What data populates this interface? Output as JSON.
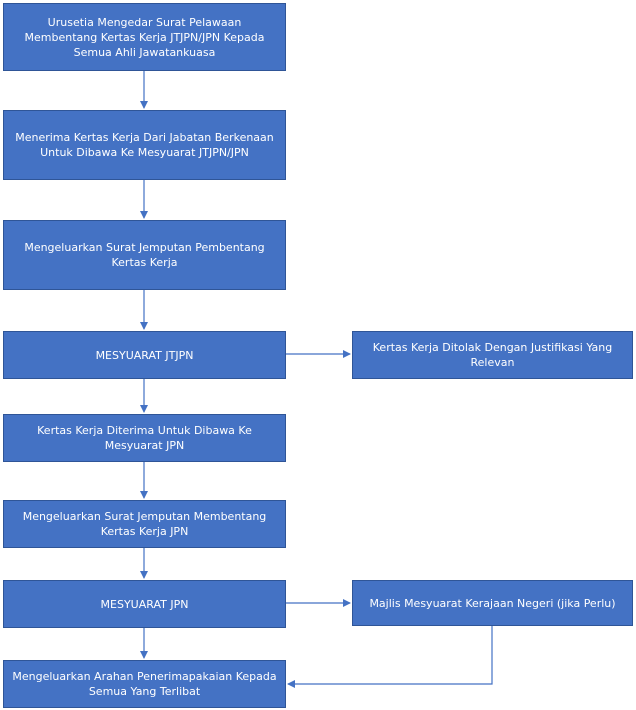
{
  "flowchart": {
    "steps": [
      {
        "id": "step-1",
        "text": "Urusetia Mengedar Surat Pelawaan Membentang Kertas Kerja JTJPN/JPN Kepada Semua Ahli Jawatankuasa"
      },
      {
        "id": "step-2",
        "text": "Menerima Kertas Kerja Dari Jabatan Berkenaan Untuk Dibawa Ke Mesyuarat JTJPN/JPN"
      },
      {
        "id": "step-3",
        "text": "Mengeluarkan Surat Jemputan Pembentang Kertas Kerja"
      },
      {
        "id": "step-4",
        "text": "MESYUARAT JTJPN"
      },
      {
        "id": "step-5",
        "text": "Kertas Kerja Diterima Untuk Dibawa Ke Mesyuarat JPN"
      },
      {
        "id": "step-6",
        "text": "Mengeluarkan Surat Jemputan Membentang Kertas Kerja JPN"
      },
      {
        "id": "step-7",
        "text": "MESYUARAT JPN"
      },
      {
        "id": "step-8",
        "text": "Mengeluarkan Arahan Penerimapakaian Kepada Semua Yang Terlibat"
      }
    ],
    "side_boxes": [
      {
        "id": "side-1",
        "text": "Kertas Kerja Ditolak Dengan Justifikasi Yang Relevan"
      },
      {
        "id": "side-2",
        "text": "Majlis Mesyuarat Kerajaan Negeri (jika Perlu)"
      }
    ],
    "colors": {
      "box_fill": "#4472c4",
      "box_border": "#2f5597",
      "text": "#ffffff",
      "connector": "#4472c4"
    }
  }
}
